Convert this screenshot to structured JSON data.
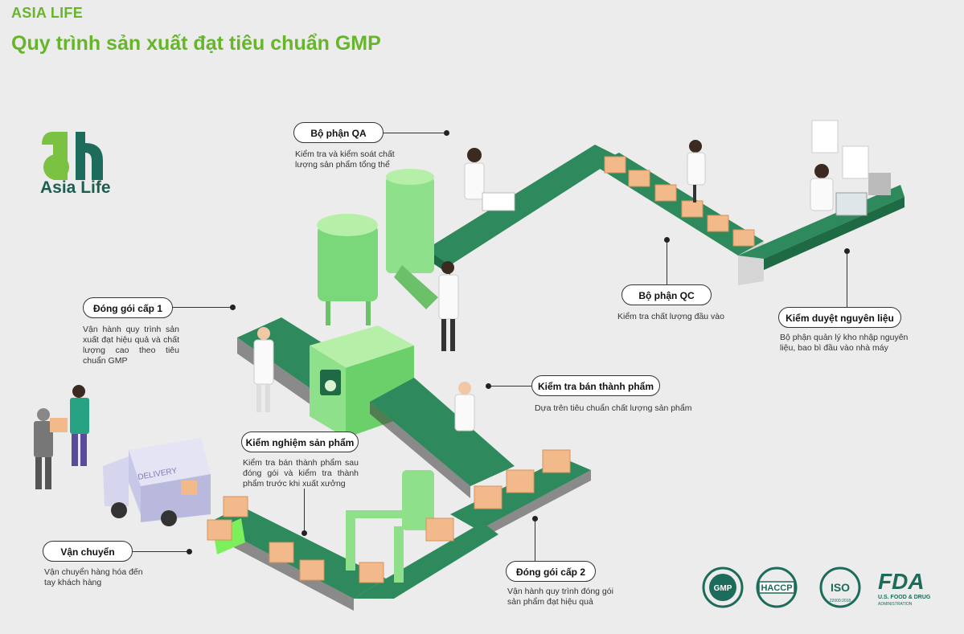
{
  "header": {
    "brand": "ASIA LIFE",
    "title": "Quy trình sản xuất đạt tiêu chuẩn GMP"
  },
  "logo": {
    "text": "Asia Life",
    "icon": "asia-life-logo-icon"
  },
  "steps": {
    "qa": {
      "label": "Bộ phận QA",
      "desc": "Kiểm tra và kiểm soát chất lượng sản phẩm tổng thể"
    },
    "qc": {
      "label": "Bộ phận QC",
      "desc": "Kiểm tra chất lượng đầu vào"
    },
    "raw": {
      "label": "Kiểm duyệt nguyên liệu",
      "desc": "Bộ phận quản lý kho nhập nguyên liệu, bao bì đầu vào nhà máy"
    },
    "pack1": {
      "label": "Đóng gói cấp 1",
      "desc": "Vận hành quy trình sản xuất đạt hiệu quả và chất lượng cao theo tiêu chuẩn GMP"
    },
    "semi": {
      "label": "Kiểm tra bán thành phẩm",
      "desc": "Dựa trên tiêu chuẩn chất lượng sản phẩm"
    },
    "test": {
      "label": "Kiểm nghiệm sản phẩm",
      "desc": "Kiểm tra bán thành phẩm sau đóng gói và kiểm tra thành phẩm trước khi xuất xưởng"
    },
    "ship": {
      "label": "Vận chuyển",
      "desc": "Vận chuyển hàng hóa đến tay khách hàng"
    },
    "pack2": {
      "label": "Đóng gói cấp 2",
      "desc": "Vận hành quy trình đóng gói sản phẩm đạt hiệu quả"
    }
  },
  "truck": {
    "text": "DELIVERY"
  },
  "certifications": {
    "gmp": "GMP",
    "haccp": "HACCP",
    "iso": "ISO",
    "iso_sub": "22000:2018",
    "fda": "FDA",
    "fda_sub": "U.S. FOOD & DRUG",
    "fda_sub2": "ADMINISTRATION"
  },
  "colors": {
    "accent": "#67b52b",
    "conveyor": "#2e8a5c",
    "machine": "#8fe08a",
    "box": "#f2b98a",
    "dark_green": "#1d5e52"
  }
}
